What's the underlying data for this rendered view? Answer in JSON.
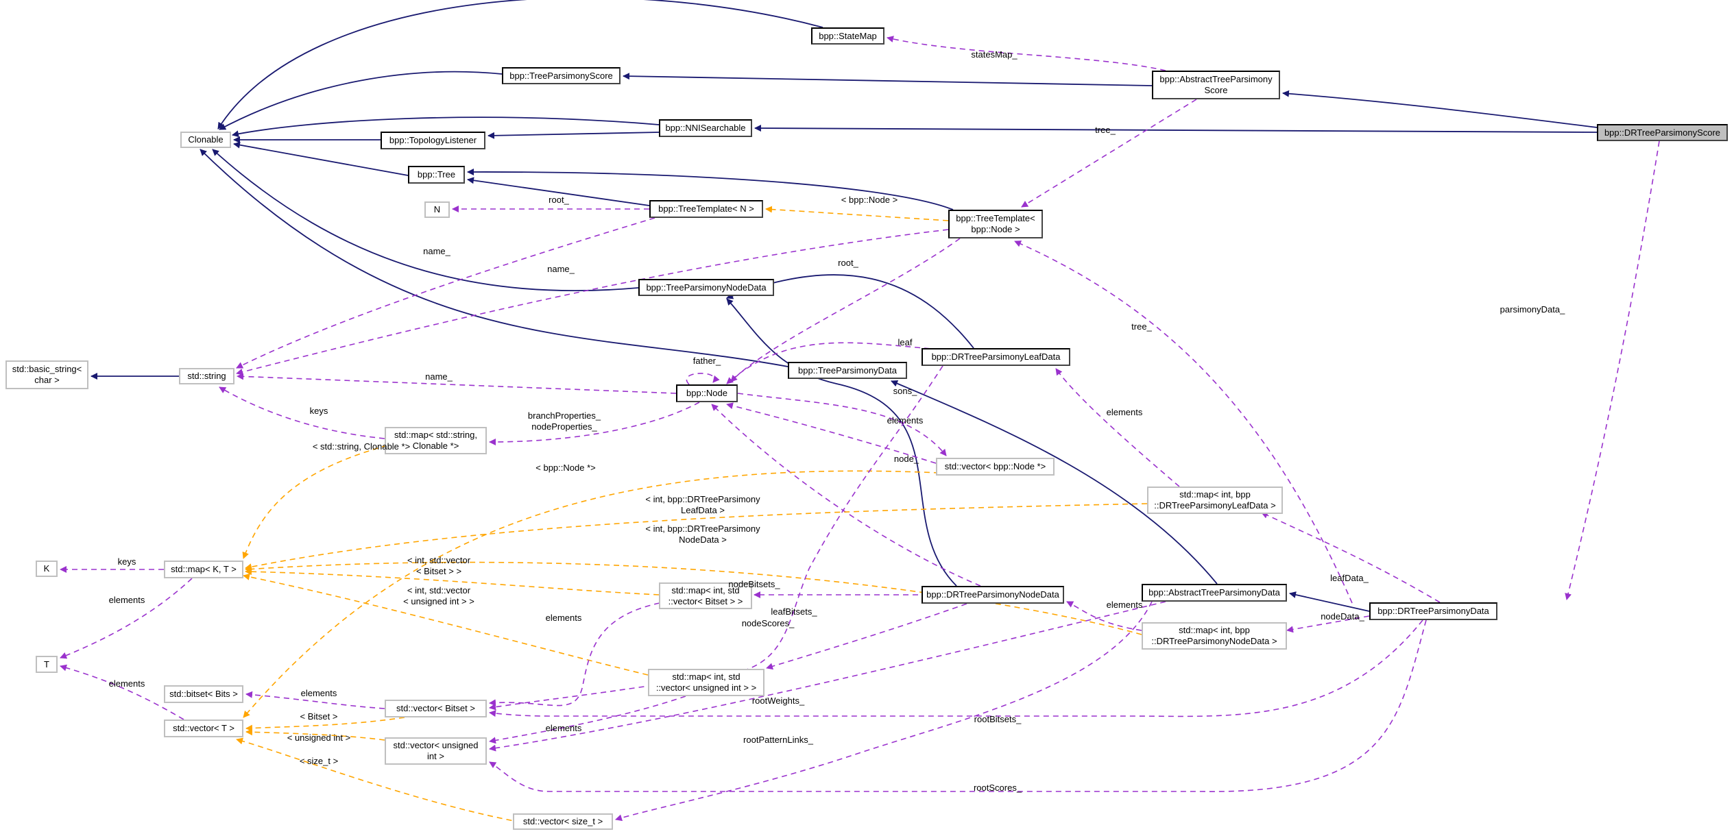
{
  "diagram": {
    "title": "Collaboration diagram for bpp::DRTreeParsimonyScore",
    "colors": {
      "inheritance": "#191970",
      "usage": "#9a32cd",
      "template": "#ffa500",
      "focus_fill": "#bfbfbf",
      "documented_border": "#000000",
      "external_border": "#bfbfbf"
    },
    "nodes": [
      {
        "id": "clonable",
        "label": "Clonable",
        "kind": "ext"
      },
      {
        "id": "statemap",
        "label": "bpp::StateMap",
        "kind": "doc"
      },
      {
        "id": "treeparsimonyscore",
        "label": "bpp::TreeParsimonyScore",
        "kind": "doc"
      },
      {
        "id": "abstracttreeparsimonyscore",
        "label": "bpp::AbstractTreeParsimony\nScore",
        "kind": "doc"
      },
      {
        "id": "drtreeparsimonyscore",
        "label": "bpp::DRTreeParsimonyScore",
        "kind": "focus"
      },
      {
        "id": "nnisearchable",
        "label": "bpp::NNISearchable",
        "kind": "doc"
      },
      {
        "id": "topologylistener",
        "label": "bpp::TopologyListener",
        "kind": "doc"
      },
      {
        "id": "tree",
        "label": "bpp::Tree",
        "kind": "doc"
      },
      {
        "id": "n",
        "label": "N",
        "kind": "ext"
      },
      {
        "id": "treetemplate_n",
        "label": "bpp::TreeTemplate< N >",
        "kind": "doc"
      },
      {
        "id": "treetemplate_node",
        "label": "bpp::TreeTemplate<\nbpp::Node >",
        "kind": "doc"
      },
      {
        "id": "treeparsimonynodedata",
        "label": "bpp::TreeParsimonyNodeData",
        "kind": "doc"
      },
      {
        "id": "drtreeparsimonyleafdata",
        "label": "bpp::DRTreeParsimonyLeafData",
        "kind": "doc"
      },
      {
        "id": "treeparsimonydata",
        "label": "bpp::TreeParsimonyData",
        "kind": "doc"
      },
      {
        "id": "basic_string",
        "label": "std::basic_string<\nchar >",
        "kind": "ext"
      },
      {
        "id": "string",
        "label": "std::string",
        "kind": "ext"
      },
      {
        "id": "node",
        "label": "bpp::Node",
        "kind": "doc"
      },
      {
        "id": "map_string_clonable",
        "label": "std::map< std::string,\nClonable *>",
        "kind": "ext"
      },
      {
        "id": "vector_node_ptr",
        "label": "std::vector< bpp::Node *>",
        "kind": "ext"
      },
      {
        "id": "map_int_leafdata",
        "label": "std::map< int, bpp\n::DRTreeParsimonyLeafData >",
        "kind": "ext"
      },
      {
        "id": "k",
        "label": "K",
        "kind": "ext"
      },
      {
        "id": "map_k_t",
        "label": "std::map< K, T >",
        "kind": "ext"
      },
      {
        "id": "map_int_vector_bitset",
        "label": "std::map< int, std\n::vector< Bitset > >",
        "kind": "ext"
      },
      {
        "id": "drtreeparsimonynodedata",
        "label": "bpp::DRTreeParsimonyNodeData",
        "kind": "doc"
      },
      {
        "id": "abstracttreeparsimonydata",
        "label": "bpp::AbstractTreeParsimonyData",
        "kind": "doc"
      },
      {
        "id": "drtreeparsimonydata",
        "label": "bpp::DRTreeParsimonyData",
        "kind": "doc"
      },
      {
        "id": "map_int_nodedata",
        "label": "std::map< int, bpp\n::DRTreeParsimonyNodeData >",
        "kind": "ext"
      },
      {
        "id": "t",
        "label": "T",
        "kind": "ext"
      },
      {
        "id": "bitset_bits",
        "label": "std::bitset< Bits >",
        "kind": "ext"
      },
      {
        "id": "vector_bitset",
        "label": "std::vector< Bitset >",
        "kind": "ext"
      },
      {
        "id": "map_int_vector_uint",
        "label": "std::map< int, std\n::vector< unsigned int > >",
        "kind": "ext"
      },
      {
        "id": "vector_t",
        "label": "std::vector< T >",
        "kind": "ext"
      },
      {
        "id": "vector_uint",
        "label": "std::vector< unsigned\nint >",
        "kind": "ext"
      },
      {
        "id": "vector_size_t",
        "label": "std::vector< size_t >",
        "kind": "ext"
      }
    ],
    "edges": [
      {
        "from": "statemap",
        "to": "clonable",
        "type": "inheritance",
        "label": ""
      },
      {
        "from": "treeparsimonyscore",
        "to": "clonable",
        "type": "inheritance",
        "label": ""
      },
      {
        "from": "nnisearchable",
        "to": "clonable",
        "type": "inheritance",
        "label": ""
      },
      {
        "from": "topologylistener",
        "to": "clonable",
        "type": "inheritance",
        "label": ""
      },
      {
        "from": "tree",
        "to": "clonable",
        "type": "inheritance",
        "label": ""
      },
      {
        "from": "treeparsimonynodedata",
        "to": "clonable",
        "type": "inheritance",
        "label": ""
      },
      {
        "from": "treeparsimonydata",
        "to": "clonable",
        "type": "inheritance",
        "label": ""
      },
      {
        "from": "abstracttreeparsimonyscore",
        "to": "treeparsimonyscore",
        "type": "inheritance",
        "label": ""
      },
      {
        "from": "drtreeparsimonyscore",
        "to": "abstracttreeparsimonyscore",
        "type": "inheritance",
        "label": ""
      },
      {
        "from": "drtreeparsimonyscore",
        "to": "nnisearchable",
        "type": "inheritance",
        "label": ""
      },
      {
        "from": "nnisearchable",
        "to": "topologylistener",
        "type": "inheritance",
        "label": ""
      },
      {
        "from": "treetemplate_n",
        "to": "tree",
        "type": "inheritance",
        "label": ""
      },
      {
        "from": "treetemplate_node",
        "to": "tree",
        "type": "inheritance",
        "label": ""
      },
      {
        "from": "string",
        "to": "basic_string",
        "type": "inheritance",
        "label": ""
      },
      {
        "from": "drtreeparsimonyleafdata",
        "to": "treeparsimonynodedata",
        "type": "inheritance",
        "label": ""
      },
      {
        "from": "drtreeparsimonynodedata",
        "to": "treeparsimonynodedata",
        "type": "inheritance",
        "label": ""
      },
      {
        "from": "abstracttreeparsimonydata",
        "to": "treeparsimonydata",
        "type": "inheritance",
        "label": ""
      },
      {
        "from": "drtreeparsimonydata",
        "to": "abstracttreeparsimonydata",
        "type": "inheritance",
        "label": ""
      },
      {
        "from": "abstracttreeparsimonyscore",
        "to": "statemap",
        "type": "usage",
        "label": "statesMap_"
      },
      {
        "from": "abstracttreeparsimonyscore",
        "to": "treetemplate_node",
        "type": "usage",
        "label": "tree_"
      },
      {
        "from": "drtreeparsimonyscore",
        "to": "drtreeparsimonydata",
        "type": "usage",
        "label": "parsimonyData_"
      },
      {
        "from": "treetemplate_n",
        "to": "n",
        "type": "usage",
        "label": "root_"
      },
      {
        "from": "treetemplate_node",
        "to": "treetemplate_n",
        "type": "template",
        "label": "< bpp::Node >"
      },
      {
        "from": "treetemplate_n",
        "to": "string",
        "type": "usage",
        "label": "name_"
      },
      {
        "from": "treetemplate_node",
        "to": "string",
        "type": "usage",
        "label": "name_"
      },
      {
        "from": "treetemplate_node",
        "to": "node",
        "type": "usage",
        "label": "root_"
      },
      {
        "from": "node",
        "to": "string",
        "type": "usage",
        "label": "name_"
      },
      {
        "from": "node",
        "to": "node",
        "type": "usage",
        "label": "father_"
      },
      {
        "from": "drtreeparsimonyleafdata",
        "to": "node",
        "type": "usage",
        "label": "leaf"
      },
      {
        "from": "node",
        "to": "map_string_clonable",
        "type": "usage",
        "label": "branchProperties_\nnodeProperties_"
      },
      {
        "from": "map_string_clonable",
        "to": "string",
        "type": "usage",
        "label": "keys"
      },
      {
        "from": "node",
        "to": "vector_node_ptr",
        "type": "usage",
        "label": "sons_"
      },
      {
        "from": "vector_node_ptr",
        "to": "node",
        "type": "usage",
        "label": "elements"
      },
      {
        "from": "drtreeparsimonynodedata",
        "to": "node",
        "type": "usage",
        "label": "node_"
      },
      {
        "from": "drtreeparsimonydata",
        "to": "treetemplate_node",
        "type": "usage",
        "label": "tree_"
      },
      {
        "from": "map_int_leafdata",
        "to": "drtreeparsimonyleafdata",
        "type": "usage",
        "label": "elements"
      },
      {
        "from": "map_string_clonable",
        "to": "map_k_t",
        "type": "template",
        "label": "< std::string, Clonable *>"
      },
      {
        "from": "vector_node_ptr",
        "to": "vector_t",
        "type": "template",
        "label": "< bpp::Node *>"
      },
      {
        "from": "map_int_leafdata",
        "to": "map_k_t",
        "type": "template",
        "label": "< int, bpp::DRTreeParsimony\nLeafData >"
      },
      {
        "from": "map_int_nodedata",
        "to": "map_k_t",
        "type": "template",
        "label": "< int, bpp::DRTreeParsimony\nNodeData >"
      },
      {
        "from": "map_int_vector_bitset",
        "to": "map_k_t",
        "type": "template",
        "label": "< int, std::vector\n< Bitset > >"
      },
      {
        "from": "map_int_vector_uint",
        "to": "map_k_t",
        "type": "template",
        "label": "< int, std::vector\n< unsigned int > >"
      },
      {
        "from": "map_k_t",
        "to": "k",
        "type": "usage",
        "label": "keys"
      },
      {
        "from": "map_k_t",
        "to": "t",
        "type": "usage",
        "label": "elements"
      },
      {
        "from": "vector_t",
        "to": "t",
        "type": "usage",
        "label": "elements"
      },
      {
        "from": "drtreeparsimonynodedata",
        "to": "map_int_vector_bitset",
        "type": "usage",
        "label": "nodeBitsets_"
      },
      {
        "from": "drtreeparsimonyleafdata",
        "to": "vector_bitset",
        "type": "usage",
        "label": "leafBitsets_"
      },
      {
        "from": "map_int_vector_bitset",
        "to": "vector_bitset",
        "type": "usage",
        "label": "elements"
      },
      {
        "from": "drtreeparsimonynodedata",
        "to": "map_int_vector_uint",
        "type": "usage",
        "label": "nodeScores_"
      },
      {
        "from": "map_int_vector_uint",
        "to": "vector_uint",
        "type": "usage",
        "label": "elements"
      },
      {
        "from": "map_int_nodedata",
        "to": "drtreeparsimonynodedata",
        "type": "usage",
        "label": "elements"
      },
      {
        "from": "drtreeparsimonydata",
        "to": "map_int_leafdata",
        "type": "usage",
        "label": "leafData_"
      },
      {
        "from": "drtreeparsimonydata",
        "to": "map_int_nodedata",
        "type": "usage",
        "label": "nodeData_"
      },
      {
        "from": "vector_bitset",
        "to": "bitset_bits",
        "type": "usage",
        "label": "elements"
      },
      {
        "from": "vector_bitset",
        "to": "vector_t",
        "type": "template",
        "label": "< Bitset >"
      },
      {
        "from": "vector_uint",
        "to": "vector_t",
        "type": "template",
        "label": "< unsigned int >"
      },
      {
        "from": "vector_size_t",
        "to": "vector_t",
        "type": "template",
        "label": "< size_t >"
      },
      {
        "from": "abstracttreeparsimonydata",
        "to": "vector_uint",
        "type": "usage",
        "label": "rootWeights_"
      },
      {
        "from": "drtreeparsimonydata",
        "to": "vector_bitset",
        "type": "usage",
        "label": "rootBitsets_"
      },
      {
        "from": "abstracttreeparsimonydata",
        "to": "vector_size_t",
        "type": "usage",
        "label": "rootPatternLinks_"
      },
      {
        "from": "drtreeparsimonydata",
        "to": "vector_uint",
        "type": "usage",
        "label": "rootScores_"
      }
    ]
  }
}
